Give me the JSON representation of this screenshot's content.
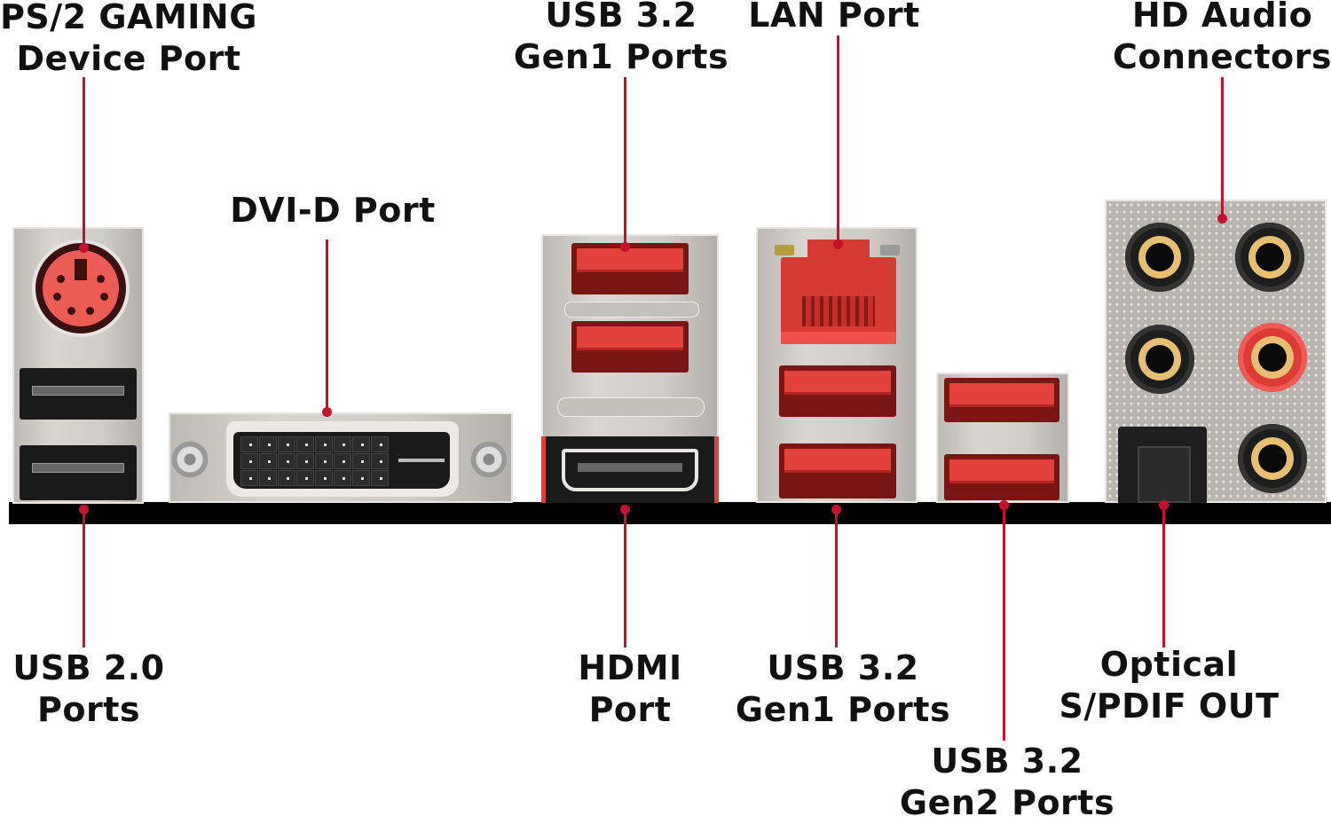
{
  "diagram": {
    "title": "Motherboard rear I/O panel",
    "accent_color": "#c8102e",
    "labels": {
      "ps2": [
        "PS/2 GAMING",
        "Device Port"
      ],
      "dvi": [
        "DVI-D Port"
      ],
      "usb32_gen1_top": [
        "USB 3.2",
        "Gen1 Ports"
      ],
      "lan": [
        "LAN Port"
      ],
      "hd_audio": [
        "HD Audio",
        "Connectors"
      ],
      "usb20": [
        "USB 2.0",
        "Ports"
      ],
      "hdmi": [
        "HDMI",
        "Port"
      ],
      "usb32_gen1_bottom": [
        "USB 3.2",
        "Gen1 Ports"
      ],
      "usb32_gen2": [
        "USB 3.2",
        "Gen2 Ports"
      ],
      "spdif": [
        "Optical",
        "S/PDIF OUT"
      ]
    },
    "components": [
      {
        "name": "ps2-port",
        "icon": "ps2-connector"
      },
      {
        "name": "usb20-ports",
        "count": 2,
        "icon": "usb-a-black"
      },
      {
        "name": "dvi-d-port",
        "icon": "dvi-connector"
      },
      {
        "name": "usb32-gen1-ports-left",
        "count": 2,
        "icon": "usb-a-red"
      },
      {
        "name": "hdmi-port",
        "icon": "hdmi-connector"
      },
      {
        "name": "lan-port",
        "icon": "rj45-connector"
      },
      {
        "name": "usb32-gen1-ports-right",
        "count": 2,
        "icon": "usb-a-red"
      },
      {
        "name": "usb32-gen2-ports",
        "count": 2,
        "icon": "usb-a-red"
      },
      {
        "name": "audio-jacks",
        "count": 5,
        "icon": "audio-jack"
      },
      {
        "name": "optical-spdif",
        "icon": "toslink-connector"
      }
    ]
  }
}
